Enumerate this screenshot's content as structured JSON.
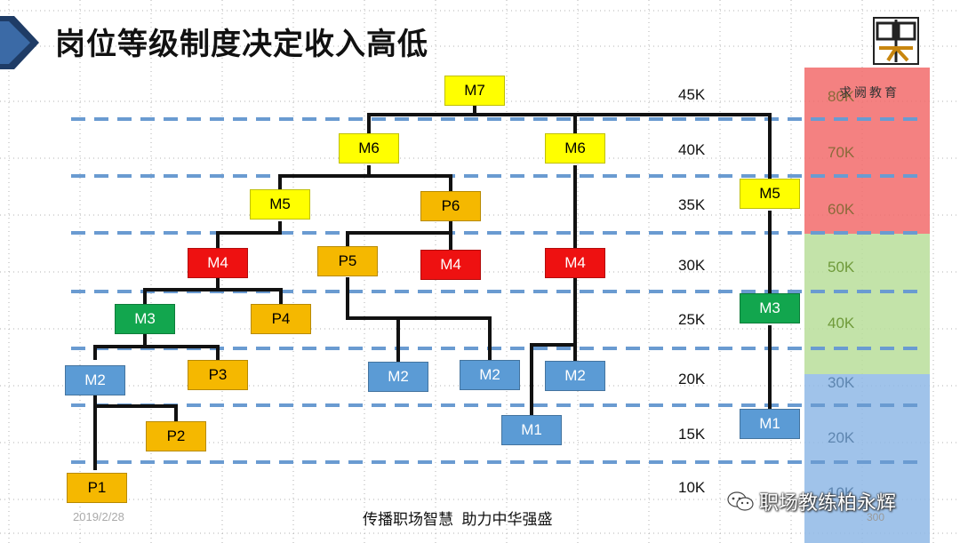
{
  "title": "岗位等级制度决定收入高低",
  "logo": {
    "mark": "學",
    "text": "求阙教育"
  },
  "levels": [
    "45K",
    "40K",
    "35K",
    "30K",
    "25K",
    "20K",
    "15K",
    "10K"
  ],
  "bands": [
    {
      "name": "red",
      "color": "#f26b6b",
      "labels": [
        "80K",
        "70K",
        "60K"
      ]
    },
    {
      "name": "green",
      "color": "#b9de9a",
      "labels": [
        "50K",
        "40K"
      ]
    },
    {
      "name": "blue",
      "color": "#8fb8e6",
      "labels": [
        "30K",
        "20K",
        "10K"
      ]
    }
  ],
  "node_colors": {
    "yellow": "#ffff00",
    "orange": "#f5b800",
    "red": "#ee1111",
    "green": "#12a64e",
    "blue": "#5b9bd5"
  },
  "nodes": {
    "m7": "M7",
    "m6_left": "M6",
    "m6_right": "M6",
    "m5_left": "M5",
    "p6": "P6",
    "m5_right": "M5",
    "m4_left": "M4",
    "p5": "P5",
    "m4_mid": "M4",
    "m4_right": "M4",
    "m3_left": "M3",
    "p4": "P4",
    "m3_right": "M3",
    "m2_left": "M2",
    "p3": "P3",
    "m2_a": "M2",
    "m2_b": "M2",
    "m2_c": "M2",
    "p2": "P2",
    "m1_mid": "M1",
    "m1_right": "M1",
    "p1": "P1"
  },
  "footer": {
    "date": "2019/2/28",
    "slogan": "传播职场智慧  助力中华强盛",
    "page": "300",
    "wechat": "职场教练柏永辉"
  }
}
